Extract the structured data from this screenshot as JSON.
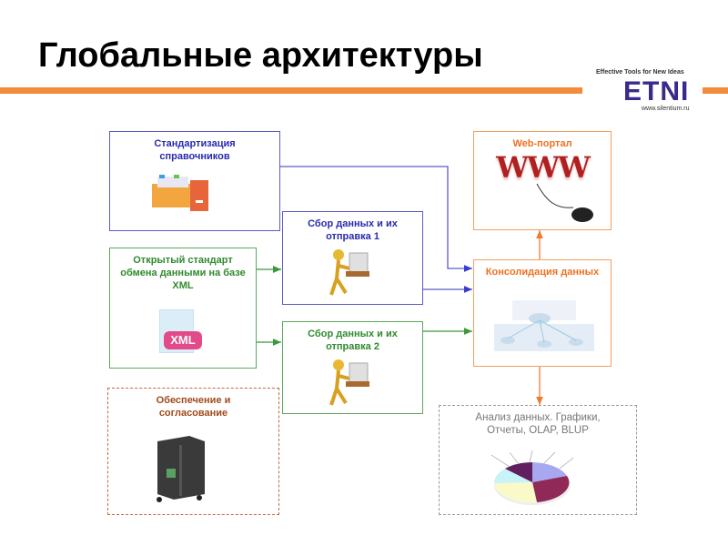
{
  "title": "Глобальные архитектуры",
  "logo": {
    "tagline": "Effective Tools for New Ideas",
    "brand": "ETNI",
    "url": "www.silentium.ru"
  },
  "boxes": {
    "directories": "Стандартизация справочников",
    "xml": "Открытый стандарт обмена данными на базе XML",
    "xml_badge": "XML",
    "collect1": "Сбор данных и их отправка 1",
    "collect2": "Сбор данных и их отправка 2",
    "support": "Обеспечение и согласование",
    "portal": "Web-портал",
    "portal_www": "WWW",
    "consolidation": "Консолидация данных",
    "analysis": "Анализ данных. Графики, Отчеты, OLAP, BLUP"
  },
  "colors": {
    "accent": "#f28c3c",
    "blue": "#5b5bc8",
    "green": "#5aa85a",
    "orange": "#f0a060"
  }
}
